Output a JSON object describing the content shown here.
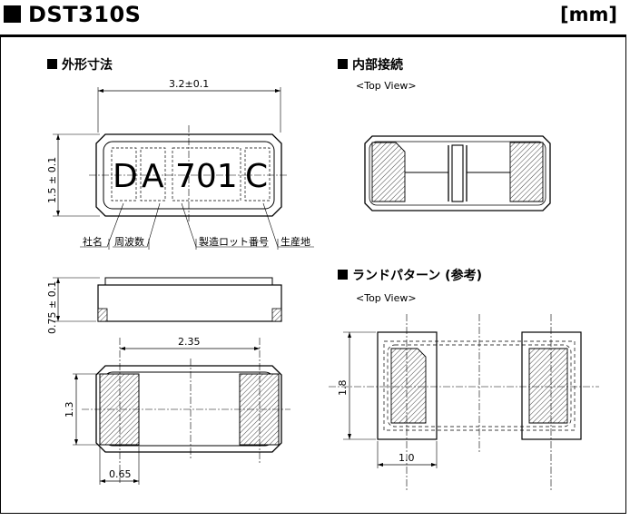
{
  "header": {
    "title": "DST310S",
    "unit": "[mm]"
  },
  "sections": {
    "outline": "外形寸法",
    "internal": "内部接続",
    "internal_view": "<Top View>",
    "land": "ランドパターン (参考)",
    "land_view": "<Top View>"
  },
  "outline": {
    "width_dim": "3.2±0.1",
    "height_dim": "1.5 ± 0.1",
    "marking": [
      "D",
      "A",
      "701",
      "C"
    ],
    "labels": [
      "社名",
      "周波数",
      "製造ロット番号",
      "生産地"
    ],
    "thickness_dim": "0.75 ± 0.1",
    "pad_pitch": "2.35",
    "pad_height": "1.3",
    "pad_width": "0.65"
  },
  "land_pattern": {
    "height_dim": "1.8",
    "width_dim": "1.0"
  }
}
